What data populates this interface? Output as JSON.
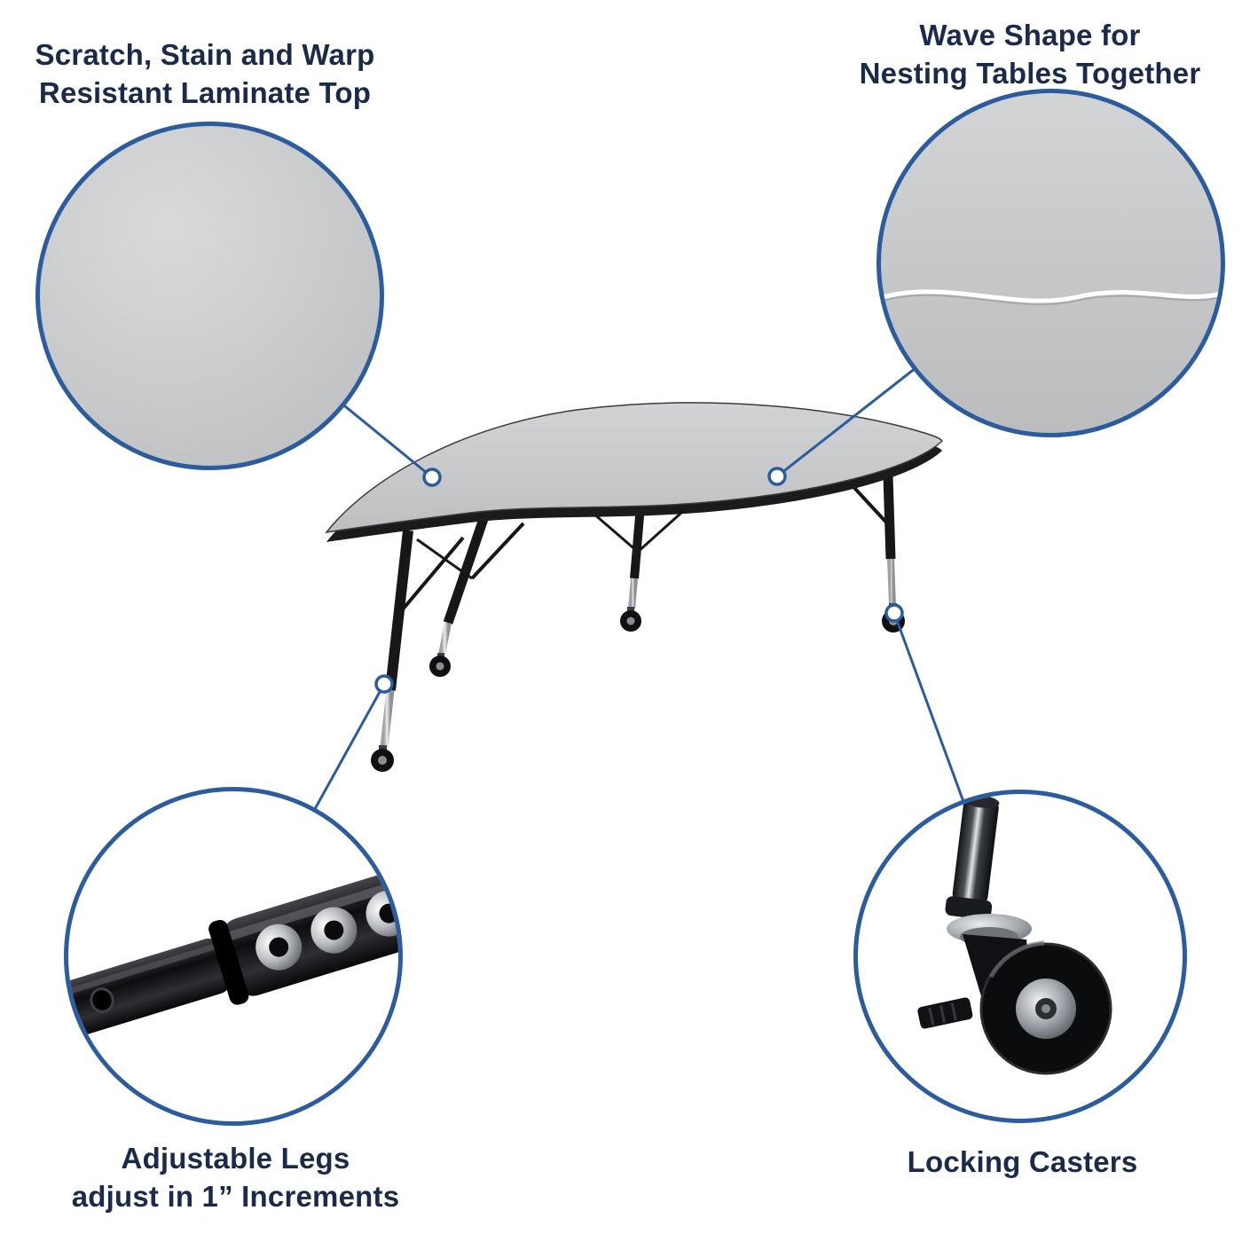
{
  "callouts": {
    "top_left": {
      "line1": "Scratch, Stain and Warp",
      "line2": "Resistant Laminate Top"
    },
    "top_right": {
      "line1": "Wave Shape for",
      "line2": "Nesting Tables Together"
    },
    "bottom_left": {
      "line1": "Adjustable Legs",
      "line2": "adjust in 1” Increments"
    },
    "bottom_right": {
      "line1": "Locking Casters"
    }
  },
  "details": {
    "top_left": "laminate-top-detail",
    "top_right": "wave-seam-detail",
    "bottom_left": "adjustable-leg-detail",
    "bottom_right": "locking-caster-detail"
  },
  "colors": {
    "accent_blue": "#2b5c9d",
    "text_navy": "#1a2a4a",
    "laminate_gray": "#c7c9cb",
    "edge_black": "#1b1b1e",
    "leg_silver": "#d9dbdd",
    "background": "#ffffff"
  }
}
